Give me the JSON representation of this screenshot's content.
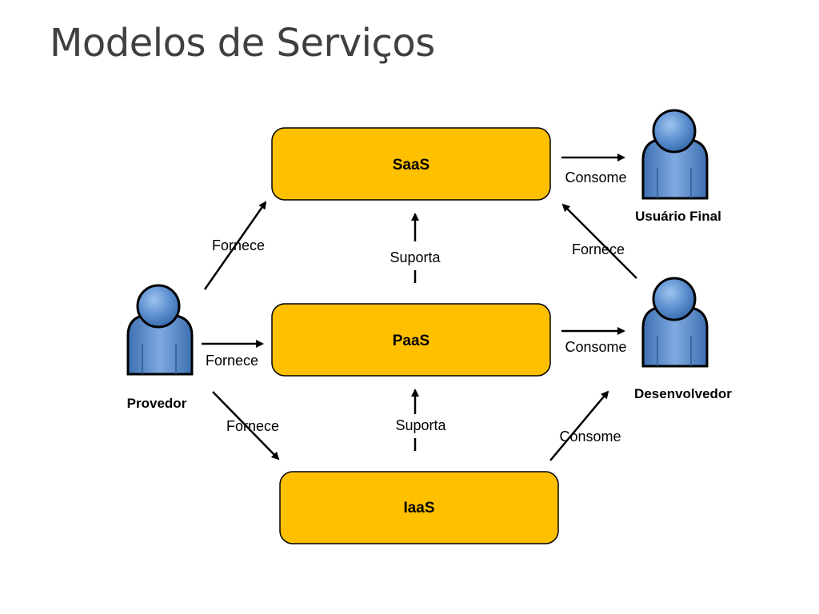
{
  "title": "Modelos de Serviços",
  "layers": {
    "saas": "SaaS",
    "paas": "PaaS",
    "iaas": "IaaS"
  },
  "actors": {
    "provider": "Provedor",
    "end_user": "Usuário Final",
    "developer": "Desenvolvedor"
  },
  "relations": {
    "provider_to_saas": "Fornece",
    "provider_to_paas": "Fornece",
    "provider_to_iaas": "Fornece",
    "paas_supports_saas": "Suporta",
    "iaas_supports_paas": "Suporta",
    "saas_consumed_by_end_user": "Consome",
    "paas_consumed_by_developer": "Consome",
    "iaas_consumed_by_developer": "Consome",
    "developer_to_saas": "Fornece"
  },
  "colors": {
    "layer_fill": "#FFC000",
    "actor_fill": "#4F81BD",
    "actor_highlight": "#8DB3E2"
  }
}
